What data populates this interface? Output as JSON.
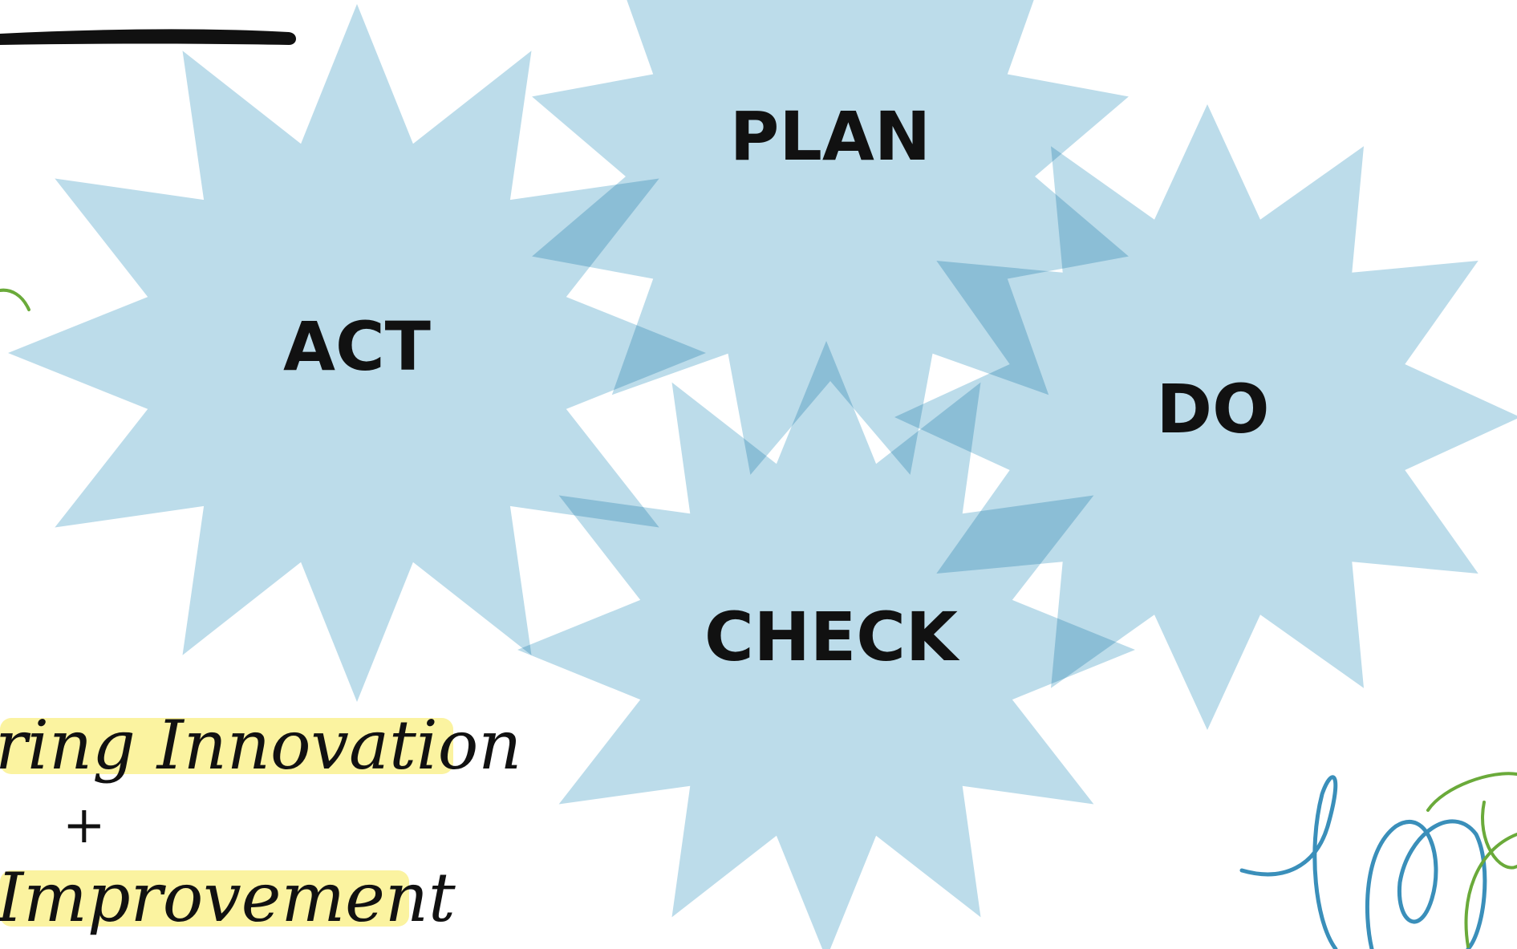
{
  "diagram": {
    "bursts": [
      {
        "id": "act",
        "label": "ACT"
      },
      {
        "id": "plan",
        "label": "PLAN"
      },
      {
        "id": "do",
        "label": "DO"
      },
      {
        "id": "check",
        "label": "CHECK"
      }
    ],
    "caption": {
      "line1": "ring Innovation",
      "plus": "+",
      "line2": "Improvement"
    },
    "colors": {
      "burst_fill": "#a9d2e4",
      "burst_overlap": "#7fb6d2",
      "highlight": "#fbf3a0",
      "ink": "#111111",
      "scribble_blue": "#3a8fba",
      "scribble_green": "#6aaa3a"
    }
  }
}
